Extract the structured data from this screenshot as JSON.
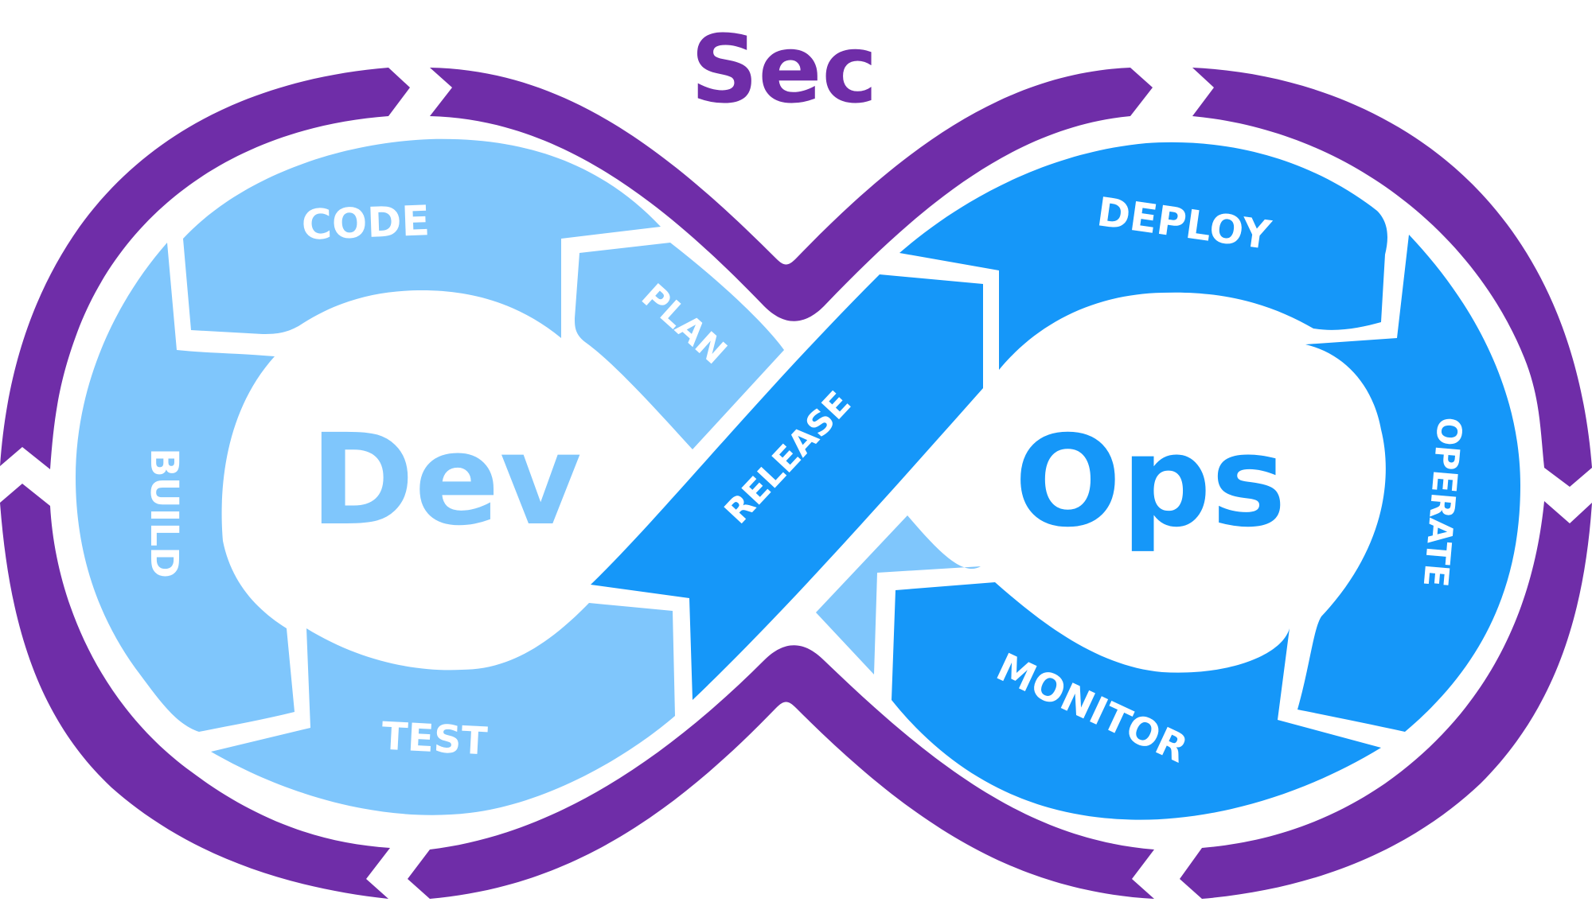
{
  "diagram": {
    "top_label": "Sec",
    "left_label": "Dev",
    "right_label": "Ops",
    "stages": {
      "plan": "PLAN",
      "code": "CODE",
      "build": "BUILD",
      "test": "TEST",
      "release": "RELEASE",
      "deploy": "DEPLOY",
      "operate": "OPERATE",
      "monitor": "MONITOR"
    }
  },
  "colors": {
    "sec": "#6f2da8",
    "dev": "#7fc6fc",
    "ops": "#1597f9",
    "dev_text": "#7fc6fc",
    "ops_text": "#1597f9",
    "label_text": "#ffffff"
  },
  "icons": {
    "outer_ring": "purple-infinity-arrows",
    "inner_loops": "light-blue-and-blue-arrow-segments"
  }
}
